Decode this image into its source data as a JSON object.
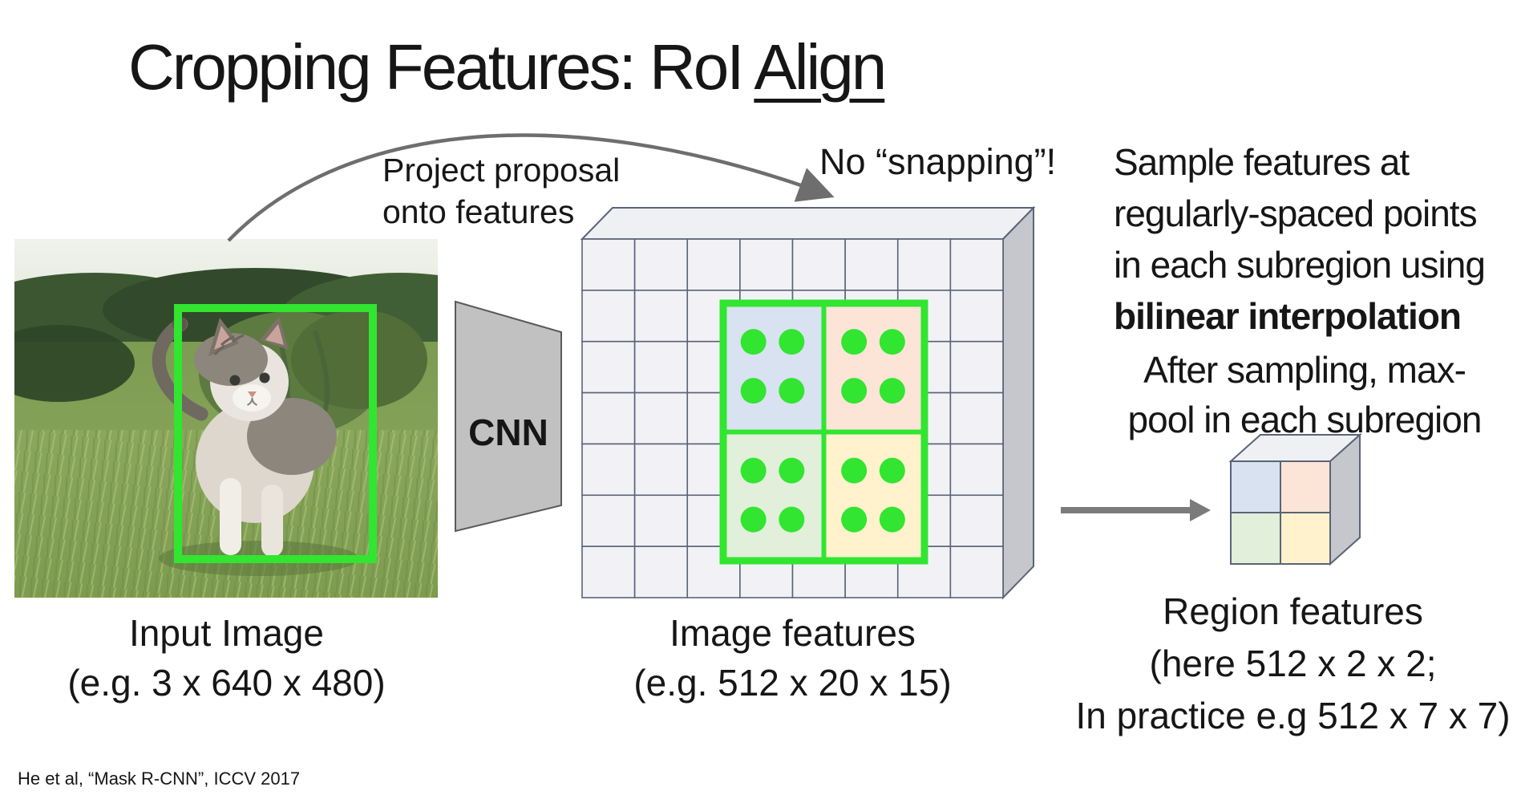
{
  "slide": {
    "title": {
      "prefix": "Cropping Features: RoI ",
      "underlined": "Align"
    },
    "annotations": {
      "project_proposal": {
        "lines": [
          "Project proposal",
          "onto features"
        ]
      },
      "no_snapping": "No “snapping”!",
      "sample_note": {
        "lines": [
          "Sample features at",
          "regularly-spaced points",
          "in each subregion using",
          "bilinear interpolation"
        ]
      },
      "after_sampling": {
        "lines": [
          "After sampling, max-",
          "pool in each subregion"
        ]
      }
    },
    "cnn_label": "CNN",
    "captions": {
      "input_image": {
        "lines": [
          "Input Image",
          "(e.g. 3 x 640 x 480)"
        ]
      },
      "image_features": {
        "lines": [
          "Image features",
          "(e.g. 512 x 20 x 15)"
        ]
      },
      "region_features": {
        "lines": [
          "Region features",
          "(here 512 x 2 x 2;",
          "In practice e.g 512 x 7 x 7)"
        ]
      }
    },
    "footer": "He et al, “Mask R-CNN”, ICCV 2017",
    "diagram": {
      "feature_grid": {
        "cols": 8,
        "rows": 7
      },
      "roi": {
        "subregions": 4,
        "samples_per_subregion": 4
      },
      "region_grid": {
        "cols": 2,
        "rows": 2
      }
    },
    "colors": {
      "roi_green": "#31e531",
      "subregion_fills": [
        "#d9e2f0",
        "#fce4d6",
        "#e2efda",
        "#fff2cc"
      ],
      "grid_cell": "#f2f2f6",
      "grid_line": "#5a6478",
      "grid_top_face": "#eff0f4",
      "grid_side_face": "#c6c7cc",
      "cnn_fill": "#c1c1c1",
      "cnn_stroke": "#595959",
      "arrow_gray": "#6e6e6e",
      "text": "#161616"
    }
  }
}
